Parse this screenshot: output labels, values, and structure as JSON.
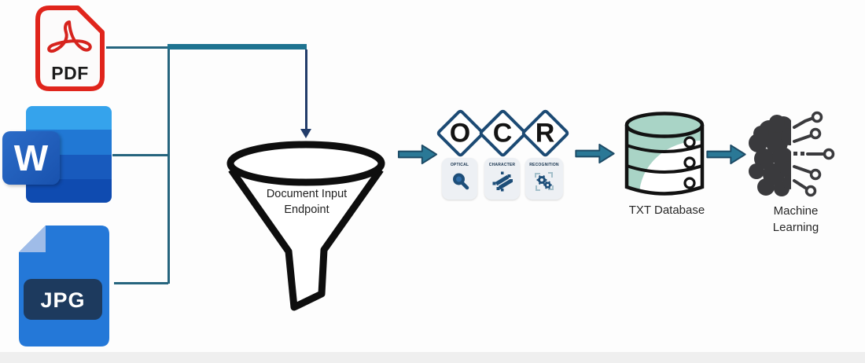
{
  "sources": {
    "pdf": {
      "label": "PDF"
    },
    "word": {
      "letter": "W"
    },
    "jpg": {
      "label": "JPG"
    }
  },
  "funnel": {
    "line1": "Document Input",
    "line2": "Endpoint"
  },
  "ocr": {
    "letters": [
      "O",
      "C",
      "R"
    ],
    "captions": [
      "OPTICAL",
      "CHARACTER",
      "RECOGNITION"
    ]
  },
  "database": {
    "label": "TXT Database"
  },
  "machine_learning": {
    "line1": "Machine",
    "line2": "Learning"
  },
  "icons": {
    "pdf": "adobe-acrobat-pdf-icon",
    "word": "microsoft-word-icon",
    "jpg": "jpg-file-icon",
    "funnel": "funnel-icon",
    "optical": "magnifier-icon",
    "character": "character-nodes-icon",
    "recognition": "gears-scan-icon",
    "database": "database-cylinder-icon",
    "machine_learning": "circuit-brain-icon",
    "flow_arrow": "right-block-arrow-icon"
  },
  "colors": {
    "arrow_teal": "#2a7896",
    "connector_teal": "#26657e",
    "connector_bar_teal": "#1e7390",
    "drop_line_navy": "#223c6a",
    "pdf_red": "#e0251c",
    "word_blue_bands": [
      "#35a3ec",
      "#2178d4",
      "#185abd",
      "#0f4bb0"
    ],
    "word_square_blue": "#2b6cc8",
    "jpg_blue": "#2478d8",
    "jpg_band_navy": "#1d3a5e",
    "diamond_border_navy": "#1c4a74",
    "ocr_card_bg": "#edf0f4",
    "ocr_icon_navy": "#1d4e79",
    "db_mint": "#a9d4c6",
    "brain_gray": "#3a3a3d"
  }
}
